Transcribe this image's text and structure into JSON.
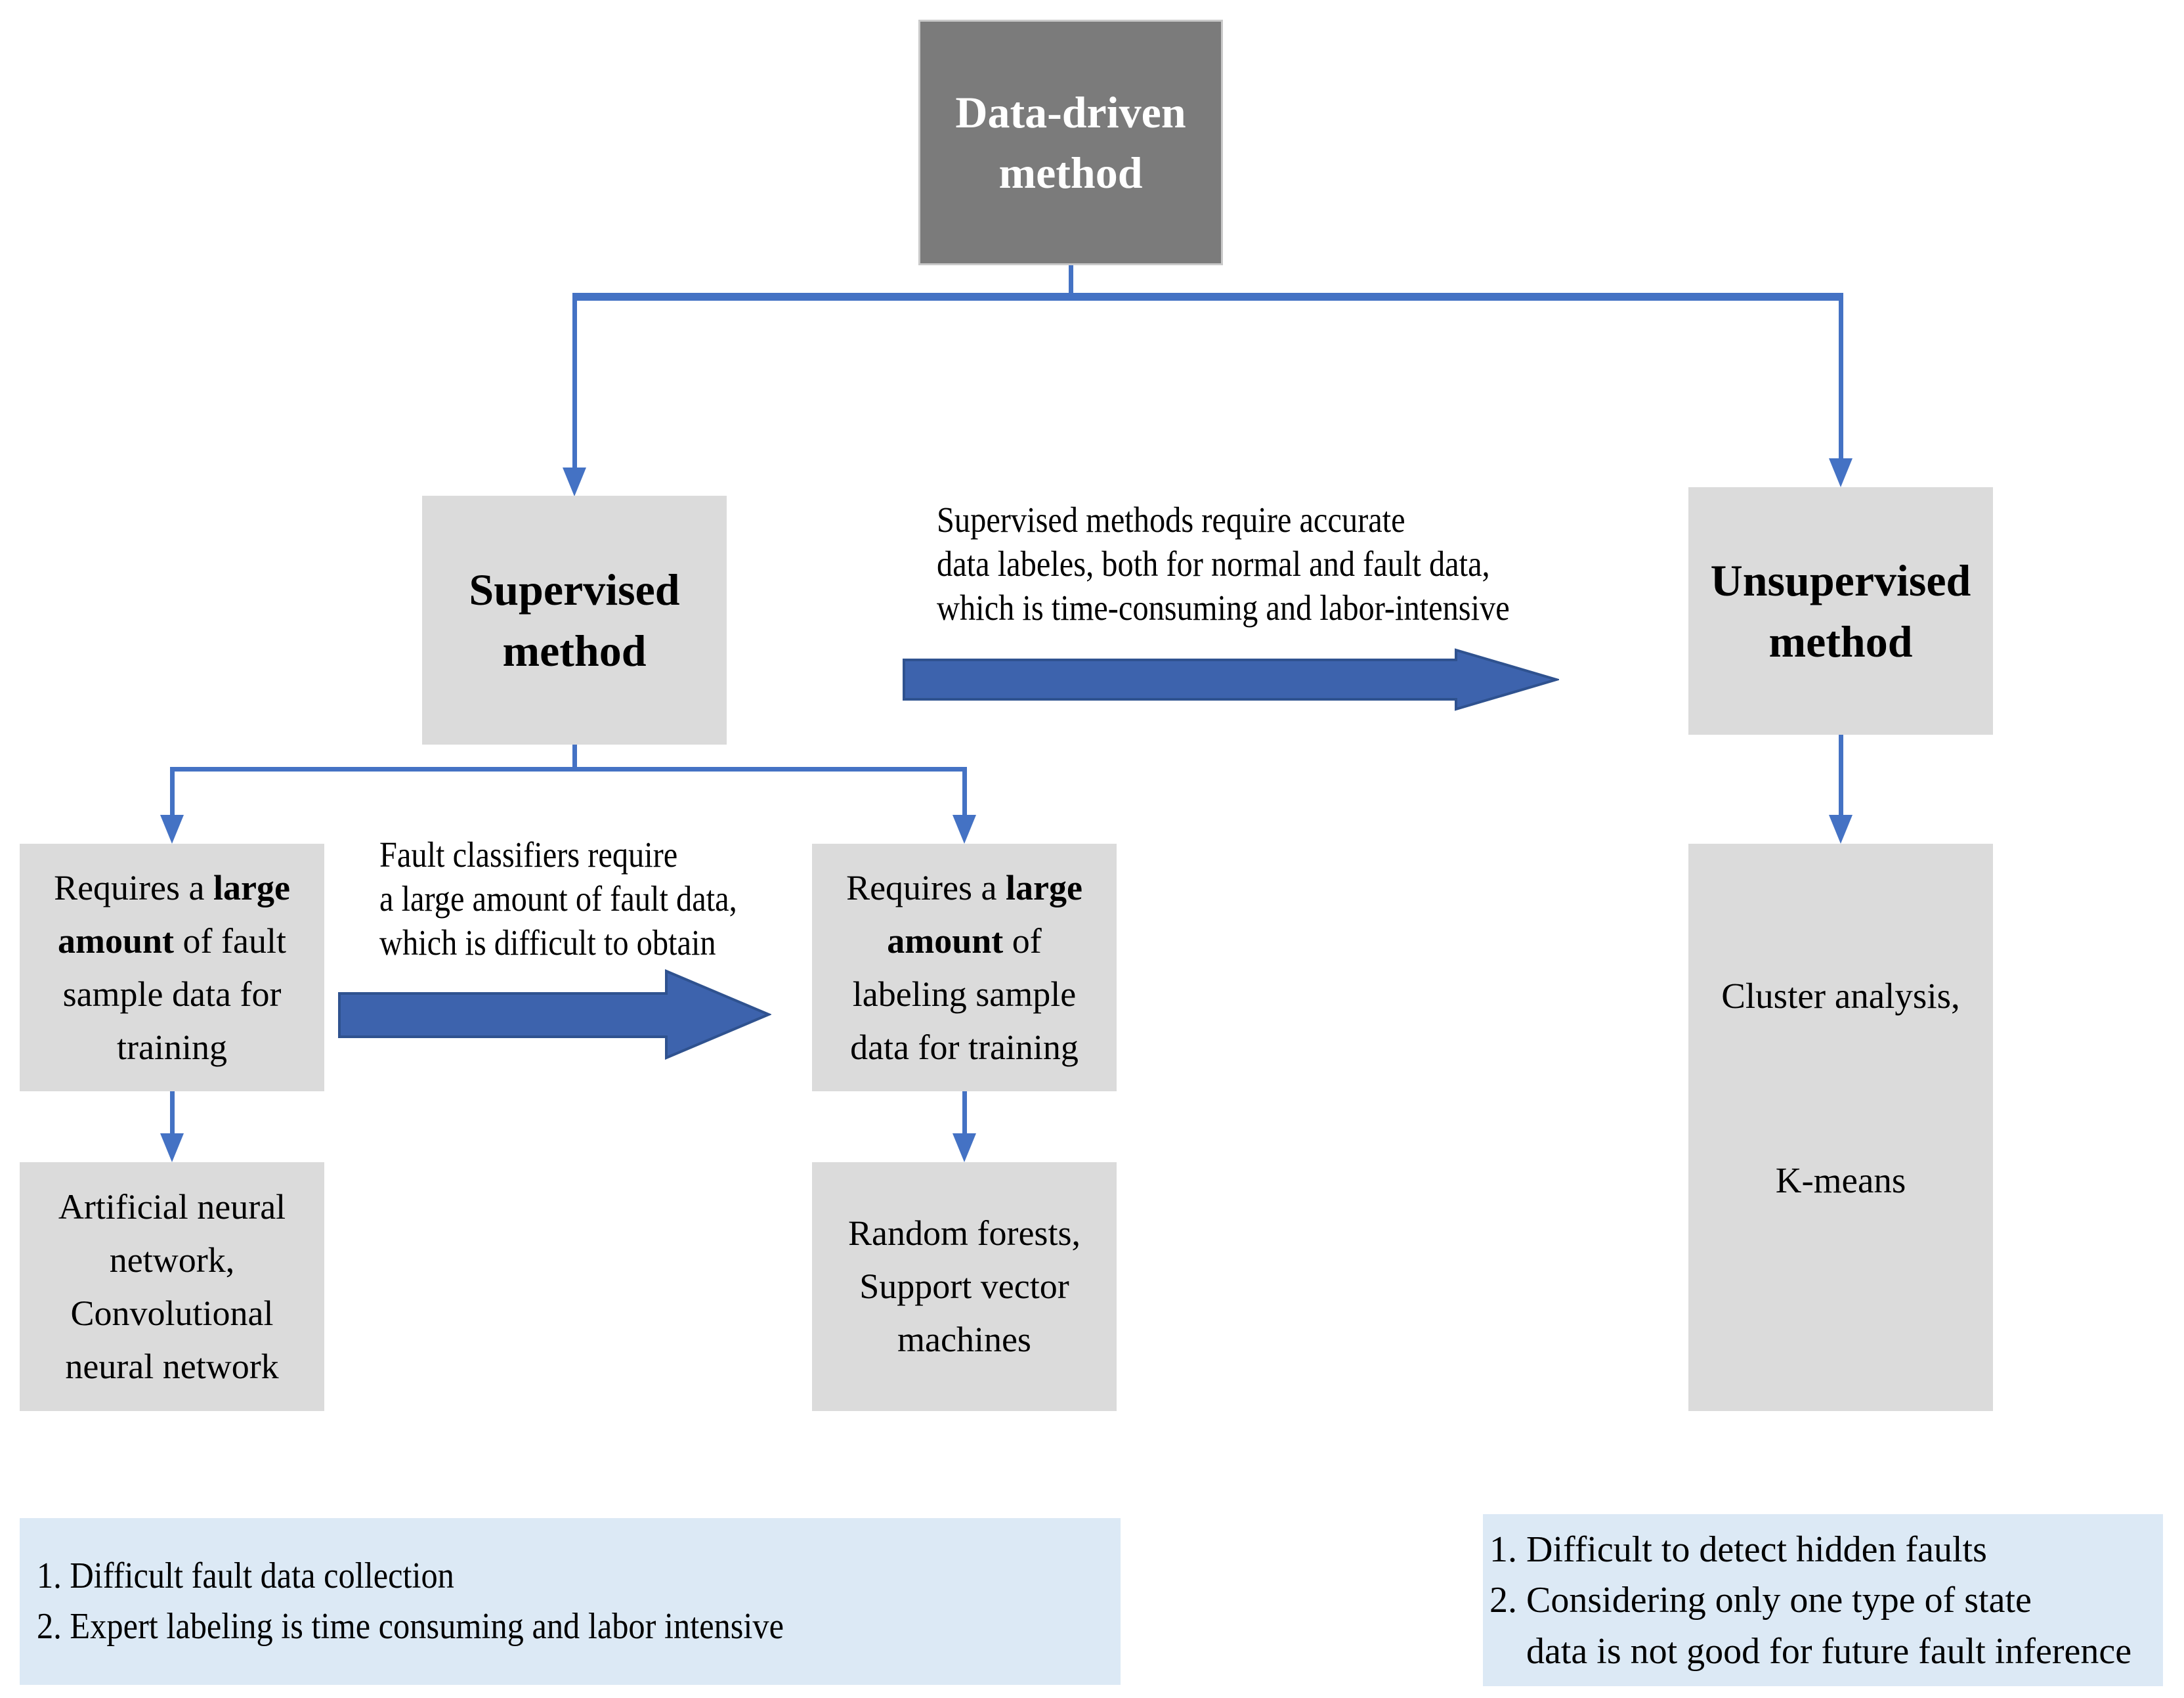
{
  "diagram": {
    "root": {
      "label": "Data-driven\nmethod"
    },
    "branches": {
      "supervised": {
        "label": "Supervised\nmethod"
      },
      "unsupervised": {
        "label": "Unsupervised\nmethod"
      }
    },
    "annotations": {
      "supervised_to_unsupervised": "Supervised methods require accurate\ndata labeles, both for normal and fault data,\nwhich is time-consuming and labor-intensive",
      "fault_to_labeling": "Fault classifiers require\na large amount of fault data,\nwhich is difficult to obtain"
    },
    "supervised_children": {
      "fault_sample_rich": [
        {
          "t": "Requires a ",
          "b": false
        },
        {
          "t": "large\namount",
          "b": true
        },
        {
          "t": " of fault\nsample data for\ntraining",
          "b": false
        }
      ],
      "labeling_sample_rich": [
        {
          "t": "Requires a ",
          "b": false
        },
        {
          "t": "large\namount",
          "b": true
        },
        {
          "t": " of\nlabeling sample\ndata for training",
          "b": false
        }
      ],
      "ann": {
        "label": "Artificial neural\nnetwork,\nConvolutional\nneural network"
      },
      "random_forest": {
        "label": "Random forests,\nSupport vector\nmachines"
      }
    },
    "unsupervised_children": {
      "cluster": {
        "line1": "Cluster analysis,",
        "line2": "K-means"
      }
    },
    "notes": {
      "supervised_note": "1. Difficult fault data collection\n2. Expert labeling is time consuming and labor intensive",
      "unsupervised_note": "1. Difficult to detect hidden faults\n2. Considering only one type of state\n    data is not good for future fault inference"
    },
    "colors": {
      "dark_box": "#7b7b7b",
      "light_box": "#dbdbdb",
      "note_box": "#dce9f5",
      "connector_blue": "#4472c4",
      "big_arrow_fill": "#3d63ad",
      "big_arrow_border": "#2f528f"
    }
  }
}
